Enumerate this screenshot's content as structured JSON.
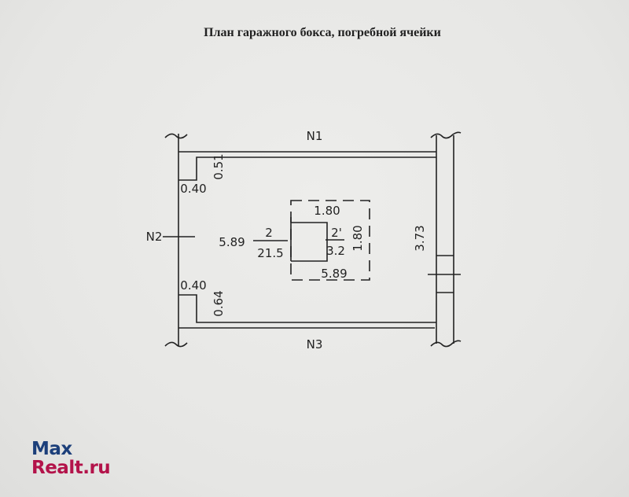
{
  "document": {
    "title": "План гаражного бокса, погребной ячейки"
  },
  "plan": {
    "neighbors": {
      "top": "N1",
      "left": "N2",
      "bottom": "N3"
    },
    "dimensions": {
      "top_niche_depth": "0.51",
      "top_niche_width": "0.40",
      "bottom_niche_width": "0.40",
      "bottom_niche_depth": "0.64",
      "room_length": "5.89",
      "room_width": "3.73",
      "cellar_top": "1.80",
      "cellar_side": "1.80",
      "cellar_bottom": "5.89"
    },
    "room_label": {
      "number": "2",
      "area": "21.5"
    },
    "cellar_label": {
      "number": "2'",
      "area": "3.2"
    }
  },
  "watermark": {
    "line1": "Max",
    "line2": "Realt.ru",
    "colors": {
      "line1": "#1c3f7a",
      "line2": "#b3134a"
    }
  }
}
